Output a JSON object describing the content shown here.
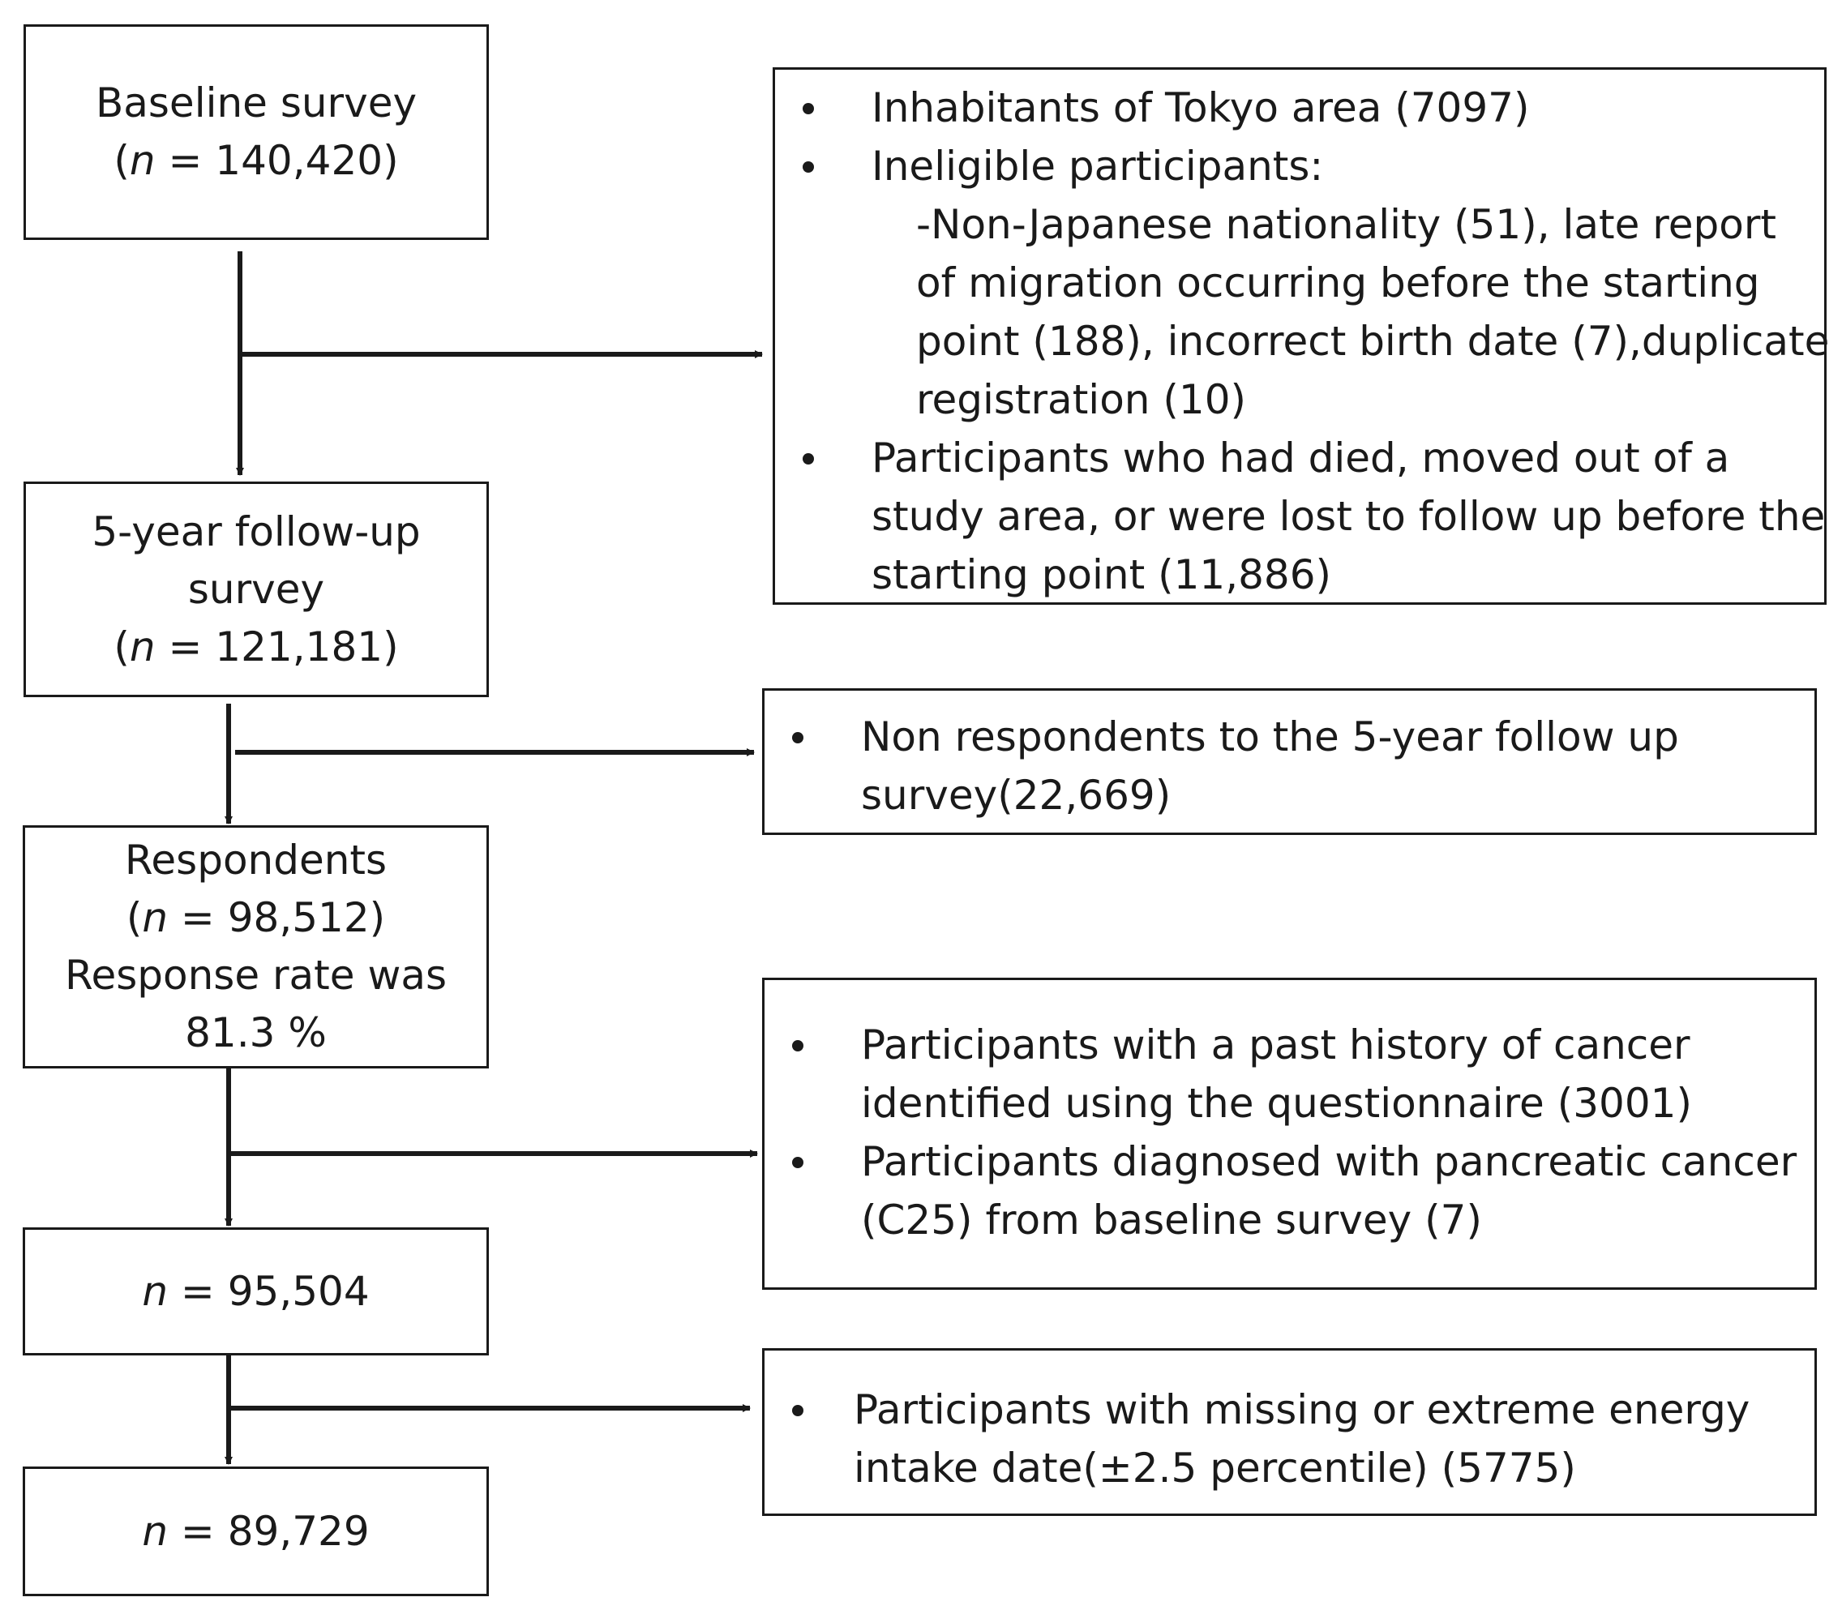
{
  "flow": {
    "baseline": {
      "title": "Baseline survey",
      "n_label": "n",
      "n_value": " = 140,420)"
    },
    "followup": {
      "line1": "5-year follow-up",
      "line2": "survey",
      "n_label": "n",
      "n_value": " = 121,181)"
    },
    "respondents": {
      "title": "Respondents",
      "n_label": "n",
      "n_value": " = 98,512)",
      "rate_line1": "Response rate was",
      "rate_line2": "81.3 %"
    },
    "after_cancer": {
      "n_label": "n",
      "n_value": " = 95,504"
    },
    "final": {
      "n_label": "n",
      "n_value": " = 89,729"
    }
  },
  "exclusions": {
    "first": {
      "bullet1": "Inhabitants of Tokyo area (7097)",
      "bullet2": "Ineligible participants:",
      "sub1": "-Non-Japanese nationality (51),  late report",
      "sub2": "of migration occurring before the starting",
      "sub3": "point (188), incorrect birth date (7),duplicate",
      "sub4": "registration (10)",
      "bullet3_l1": "Participants who had died, moved out of a",
      "bullet3_l2": "study area, or were lost to follow up before the",
      "bullet3_l3": "starting point (11,886)"
    },
    "second": {
      "l1": "Non respondents to the 5-year follow up",
      "l2": "survey(22,669)"
    },
    "third": {
      "b1_l1": "Participants with a past history of cancer",
      "b1_l2": "identified using the questionnaire (3001)",
      "b2_l1": "Participants diagnosed with pancreatic cancer",
      "b2_l2": "(C25) from baseline survey (7)"
    },
    "fourth": {
      "l1": "Participants with missing or extreme energy",
      "l2": "intake date(±2.5 percentile) (5775)"
    }
  },
  "paren_open": "("
}
